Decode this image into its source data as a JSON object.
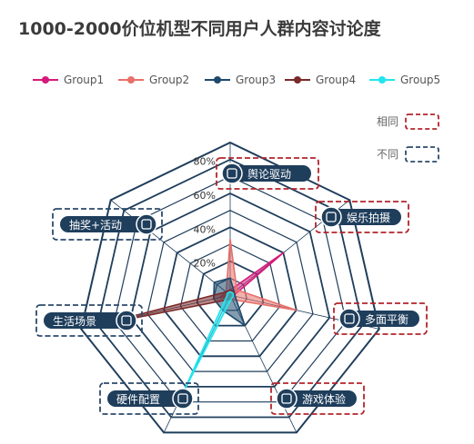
{
  "chart_data": {
    "type": "radar",
    "title": "1000-2000价位机型不同用户人群内容讨论度",
    "categories": [
      "舆论驱动",
      "娱乐拍摄",
      "多面平衡",
      "游戏体验",
      "硬件配置",
      "生活场景",
      "抽奖+活动"
    ],
    "category_group": [
      "相同",
      "相同",
      "相同",
      "相同",
      "不同",
      "不同",
      "不同"
    ],
    "radial_ticks": [
      "20%",
      "40%",
      "60%",
      "80%"
    ],
    "rlim": [
      0,
      0.9
    ],
    "series": [
      {
        "name": "Group1",
        "color": "#d6197a",
        "values": [
          0.03,
          0.4,
          0.02,
          0.02,
          0.02,
          0.06,
          0.03
        ]
      },
      {
        "name": "Group2",
        "color": "#e8706a",
        "values": [
          0.33,
          0.05,
          0.4,
          0.03,
          0.03,
          0.05,
          0.03
        ]
      },
      {
        "name": "Group3",
        "color": "#1e4a6e",
        "values": [
          0.1,
          0.03,
          0.03,
          0.2,
          0.1,
          0.1,
          0.12
        ]
      },
      {
        "name": "Group4",
        "color": "#7a2a2a",
        "values": [
          0.03,
          0.03,
          0.02,
          0.02,
          0.03,
          0.8,
          0.03
        ]
      },
      {
        "name": "Group5",
        "color": "#22e5f0",
        "values": [
          0.02,
          0.02,
          0.02,
          0.02,
          0.64,
          0.02,
          0.02
        ]
      }
    ],
    "legend_position": "top",
    "group_legend": [
      {
        "label": "相同",
        "color": "#b3242b"
      },
      {
        "label": "不同",
        "color": "#2b4a6b"
      }
    ]
  },
  "icons": [
    "message-icon",
    "star-icon",
    "cube-icon",
    "gamepad-icon",
    "gear-icon",
    "box-icon",
    "gift-icon"
  ]
}
